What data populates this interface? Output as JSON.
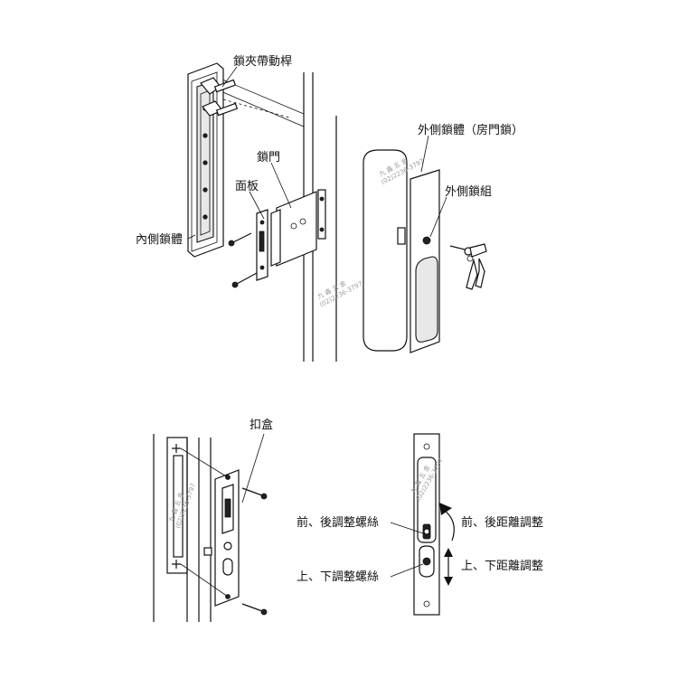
{
  "top_diagram": {
    "labels": {
      "latch_drive_rod": "鎖夾帶動桿",
      "lock_bolt": "鎖門",
      "faceplate": "面板",
      "inner_lock_body": "內側鎖體",
      "outer_lock_body": "外側鎖體（房門鎖）",
      "outer_lock_set": "外側鎖組"
    }
  },
  "bottom_diagram": {
    "labels": {
      "strike_box": "扣盒",
      "front_back_adjust_screw": "前、後調整螺絲",
      "up_down_adjust_screw": "上、下調整螺絲",
      "front_back_distance_adjust": "前、後距離調整",
      "up_down_distance_adjust": "上、下距離調整"
    }
  },
  "watermark": {
    "store_name": "九 鑫 五 金",
    "phone": "(02)2236-3797"
  }
}
